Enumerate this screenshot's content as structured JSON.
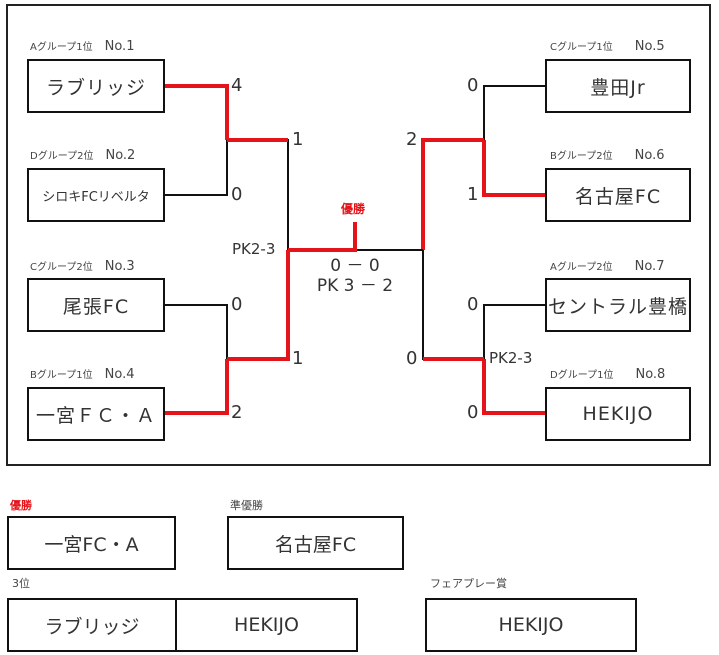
{
  "bracket": {
    "teams": [
      {
        "seed_label": "Aグループ1位",
        "no": "No.1",
        "name": "ラブリッジ",
        "score": "4"
      },
      {
        "seed_label": "Dグループ2位",
        "no": "No.2",
        "name": "シロキFCリベルタ",
        "score": "0"
      },
      {
        "seed_label": "Cグループ2位",
        "no": "No.3",
        "name": "尾張FC",
        "score": "0"
      },
      {
        "seed_label": "Bグループ1位",
        "no": "No.4",
        "name": "一宮ＦＣ・Ａ",
        "score": "2"
      },
      {
        "seed_label": "Cグループ1位",
        "no": "No.5",
        "name": "豊田Jr",
        "score": "0"
      },
      {
        "seed_label": "Bグループ2位",
        "no": "No.6",
        "name": "名古屋FC",
        "score": "1"
      },
      {
        "seed_label": "Aグループ2位",
        "no": "No.7",
        "name": "セントラル豊橋",
        "score": "0"
      },
      {
        "seed_label": "Dグループ1位",
        "no": "No.8",
        "name": "HEKIJO",
        "score": "0"
      }
    ],
    "semifinals": {
      "left_top_score": "1",
      "left_bottom_score": "1",
      "left_pk": "PK2-3",
      "right_top_score": "2",
      "right_bottom_score": "0",
      "right_pk": "PK2-3"
    },
    "final": {
      "winner_label": "優勝",
      "score": "0 － 0",
      "pk": "PK 3 － 2"
    },
    "colors": {
      "winner_line": "#e5141b",
      "line": "#111111"
    }
  },
  "results": {
    "champion": {
      "label": "優勝",
      "team": "一宮FC・A"
    },
    "runner_up": {
      "label": "準優勝",
      "team": "名古屋FC"
    },
    "third": {
      "label": "3位",
      "teams": [
        "ラブリッジ",
        "HEKIJO"
      ]
    },
    "fair_play": {
      "label": "フェアプレー賞",
      "team": "HEKIJO"
    }
  }
}
